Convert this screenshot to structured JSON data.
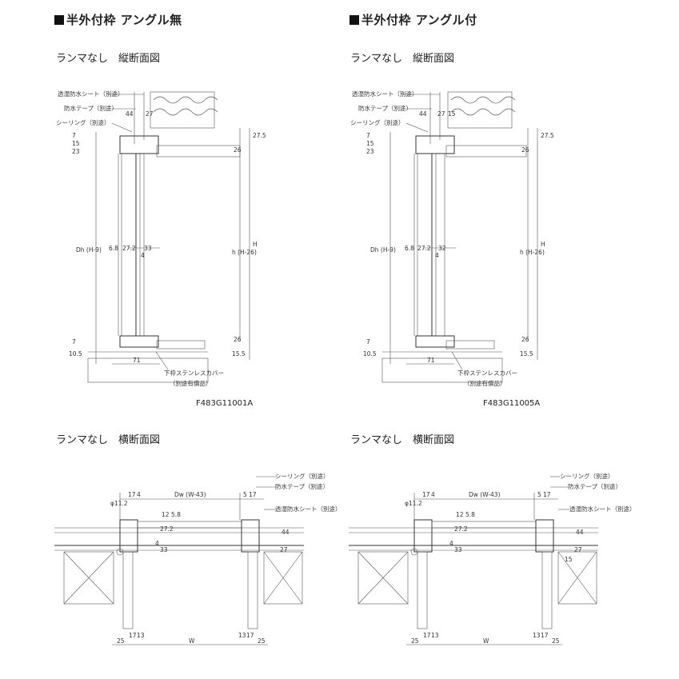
{
  "left": {
    "heading": "半外付枠 アングル無",
    "vertical_title": "ランマなし　縦断面図",
    "horizontal_title": "ランマなし　横断面図",
    "code": "F483G11001A",
    "v_callouts": [
      "透湿防水シート（別途）",
      "防水テープ（別途）",
      "シーリング（別途）"
    ],
    "v_dims_top": [
      "44",
      "27"
    ],
    "v_dims_left": [
      "7",
      "15",
      "23",
      "Dh (H-9)",
      "7",
      "10.5"
    ],
    "v_dims_mid": [
      "6.8",
      "27.2",
      "33",
      "4"
    ],
    "v_dims_right": [
      "27.5",
      "26",
      "h (H-26)",
      "H",
      "26",
      "15.5"
    ],
    "v_bottom": "71",
    "v_note1": "下枠ステンレスカバー",
    "v_note2": "（別途有償品）",
    "h_callouts": [
      "シーリング（別途）",
      "防水テープ（別途）",
      "透湿防水シート（別途）"
    ],
    "h_dims_top": [
      "17",
      "4",
      "Dw (W-43)",
      "5",
      "17"
    ],
    "h_dia": "φ11.2",
    "h_dims_v": [
      "12",
      "5.8",
      "27.2",
      "4",
      "33",
      "44",
      "27"
    ],
    "h_dims_bottom": [
      "25",
      "17",
      "13",
      "W",
      "13",
      "17",
      "25"
    ]
  },
  "right": {
    "heading": "半外付枠 アングル付",
    "vertical_title": "ランマなし　縦断面図",
    "horizontal_title": "ランマなし　横断面図",
    "code": "F483G11005A",
    "v_callouts": [
      "透湿防水シート（別途）",
      "防水テープ（別途）",
      "シーリング（別途）"
    ],
    "v_dims_top": [
      "44",
      "27",
      "15"
    ],
    "v_dims_left": [
      "7",
      "15",
      "23",
      "Dh (H-9)",
      "7",
      "10.5"
    ],
    "v_dims_mid": [
      "6.8",
      "27.2",
      "32",
      "4"
    ],
    "v_dims_right": [
      "27.5",
      "26",
      "h (H-26)",
      "H",
      "26",
      "15.5"
    ],
    "v_bottom": "71",
    "v_note1": "下枠ステンレスカバー",
    "v_note2": "（別途有償品）",
    "h_callouts": [
      "シーリング（別途）",
      "防水テープ（別途）",
      "透湿防水シート（別途）"
    ],
    "h_dims_top": [
      "17",
      "4",
      "Dw (W-43)",
      "5",
      "17"
    ],
    "h_dia": "φ11.2",
    "h_dims_v": [
      "12",
      "5.8",
      "27.2",
      "4",
      "33",
      "44",
      "27",
      "15"
    ],
    "h_dims_bottom": [
      "25",
      "17",
      "13",
      "W",
      "13",
      "17",
      "25"
    ]
  }
}
